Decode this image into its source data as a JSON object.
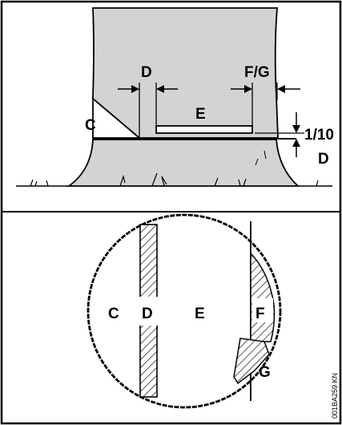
{
  "labels": {
    "top_C": "C",
    "top_D": "D",
    "top_E": "E",
    "top_FG": "F/G",
    "top_ratio": "1/10",
    "top_D2": "D",
    "bottom_C": "C",
    "bottom_D": "D",
    "bottom_E": "E",
    "bottom_F": "F",
    "bottom_G": "G"
  },
  "figure_code": "001BA259 KN",
  "colors": {
    "trunk_fill": "#d3d3d3",
    "ink": "#000000",
    "background": "#ffffff"
  }
}
